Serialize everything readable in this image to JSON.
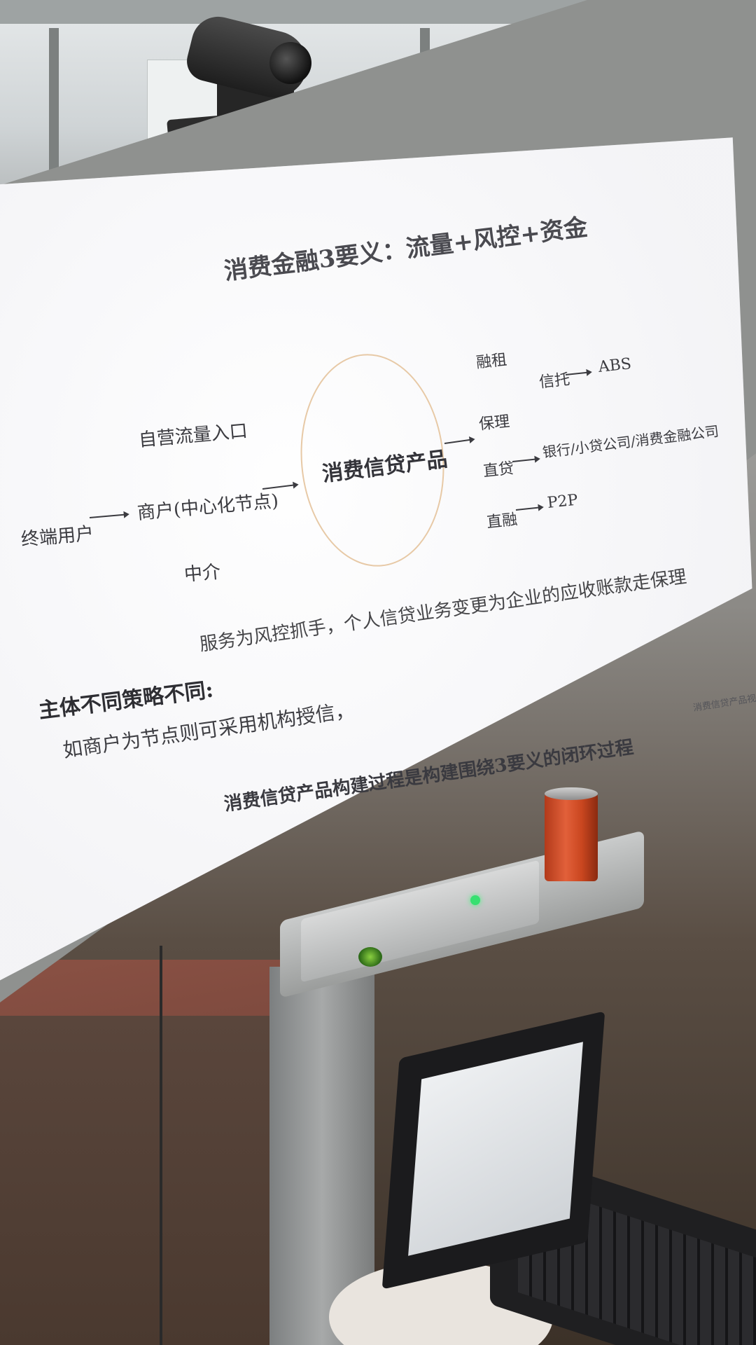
{
  "slide": {
    "title": "消费金融3要义：流量+风控+资金",
    "center_label": "消费信贷产品",
    "left_nodes": {
      "self_traffic": "自营流量入口",
      "merchant": "商户(中心化节点)",
      "end_user": "终端用户",
      "intermediary": "中介"
    },
    "right_nodes": {
      "leasing": "融租",
      "factoring": "保理",
      "trust": "信托",
      "abs": "ABS",
      "direct_loan": "直贷",
      "direct_loan_target": "银行/小贷公司/消费金融公司",
      "direct_financing": "直融",
      "direct_financing_target": "P2P"
    },
    "strategy_heading": "主体不同策略不同:",
    "strategy_line": "服务为风控抓手，个人信贷业务变更为企业的应收账款走保理",
    "strategy_example": "如商户为节点则可采用机构授信，",
    "conclusion": "消费信贷产品构建过程是构建围绕3要义的闭环过程",
    "footer": "消费信贷产品视"
  },
  "scene": {
    "accent_circle_color": "#e7c9a6",
    "device_light_color": "#36e070"
  }
}
